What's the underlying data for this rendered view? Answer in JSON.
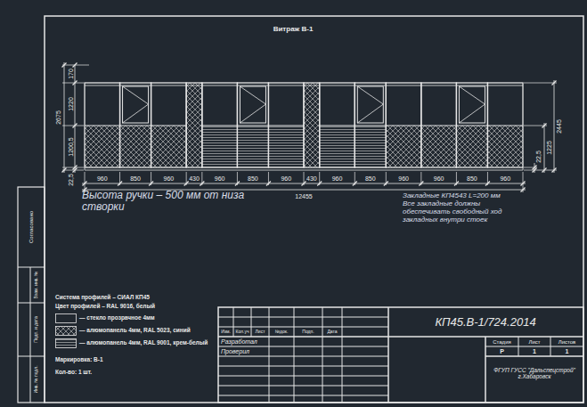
{
  "diagram": {
    "title": "Витраж В-1",
    "labels": [
      "170",
      "1220",
      "2675",
      "1200,5",
      "22,5",
      "2445",
      "1225",
      "22,5",
      "960",
      "850",
      "960",
      "430",
      "960",
      "850",
      "960",
      "430",
      "960",
      "850",
      "960",
      "960",
      "850",
      "960",
      "12455",
      "Высота ручки – 500 мм от низа створки",
      "Закладные КП4543 L=200 мм",
      "Все закладные должны обеспечивать свободный ход закладных внутри стоек",
      "Система профилей – СИАЛ КП45",
      "Цвет профилей – RAL 9016, белый",
      "Маркировка: В-1",
      "Кол-во: 1 шт.",
      "КП45.В-1/724.2014",
      "Изм.",
      "Кол.уч",
      "Лист",
      "№док.",
      "Подп.",
      "Дата",
      "Разработал",
      "Проверил",
      "Стадия",
      "Лист",
      "Листов",
      "Р",
      "1",
      "1",
      "ФГУП ГУСС \"Дальспецстрой\" г.Хабаровск",
      "Согласовано",
      "Взам. инв. №",
      "Подп. и дата",
      "Инв. № подл."
    ],
    "legend": [
      {
        "text": "— стекло прозрачное 4мм"
      },
      {
        "text": "— алюмопанель 4мм, RAL 5023, синий"
      },
      {
        "text": "— алюмопанель 4мм, RAL 9001, крем-белый"
      }
    ]
  }
}
